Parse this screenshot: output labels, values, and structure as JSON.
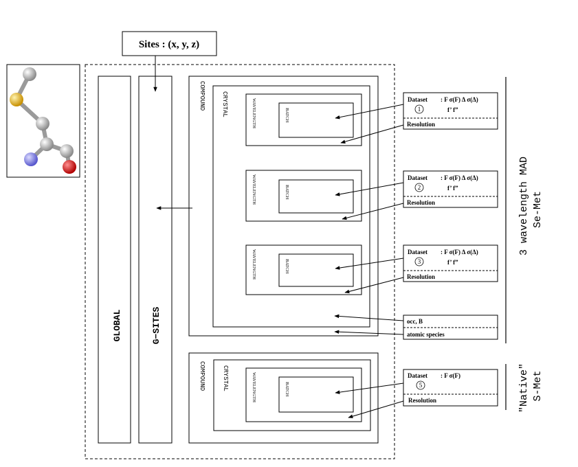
{
  "sites_label": "Sites : (x, y, z)",
  "global_label": "GLOBAL",
  "gsites_label": "G−SITES",
  "compound_label": "COMPOUND",
  "crystal_label": "CRYSTAL",
  "wavelength_label": "WAVELENGTH",
  "batch_label": "BATCH",
  "datasets": [
    {
      "label": "Dataset",
      "quantities": ": F  σ(F)  Δ  σ(Δ)",
      "number": "1",
      "anomalous": "f’   f”",
      "resolution": "Resolution"
    },
    {
      "label": "Dataset",
      "quantities": ": F  σ(F)  Δ  σ(Δ)",
      "number": "2",
      "anomalous": "f’   f”",
      "resolution": "Resolution"
    },
    {
      "label": "Dataset",
      "quantities": ": F  σ(F)  Δ  σ(Δ)",
      "number": "3",
      "anomalous": "f’   f”",
      "resolution": "Resolution"
    },
    {
      "label": "Dataset",
      "quantities": ": F  σ(F)",
      "number": "5",
      "anomalous": "",
      "resolution": "Resolution"
    }
  ],
  "occ_label": "occ, B",
  "species_label": "atomic species",
  "mad_label_1": "3 wavelength MAD",
  "mad_label_2": "Se-Met",
  "native_label_1": "\"Native\"",
  "native_label_2": "S-Met",
  "atom_colors": {
    "carbon": "#bdbdbd",
    "sulfur": "#e8b820",
    "nitrogen": "#8888ee",
    "oxygen": "#e00000",
    "bond": "#9a9a9a"
  }
}
